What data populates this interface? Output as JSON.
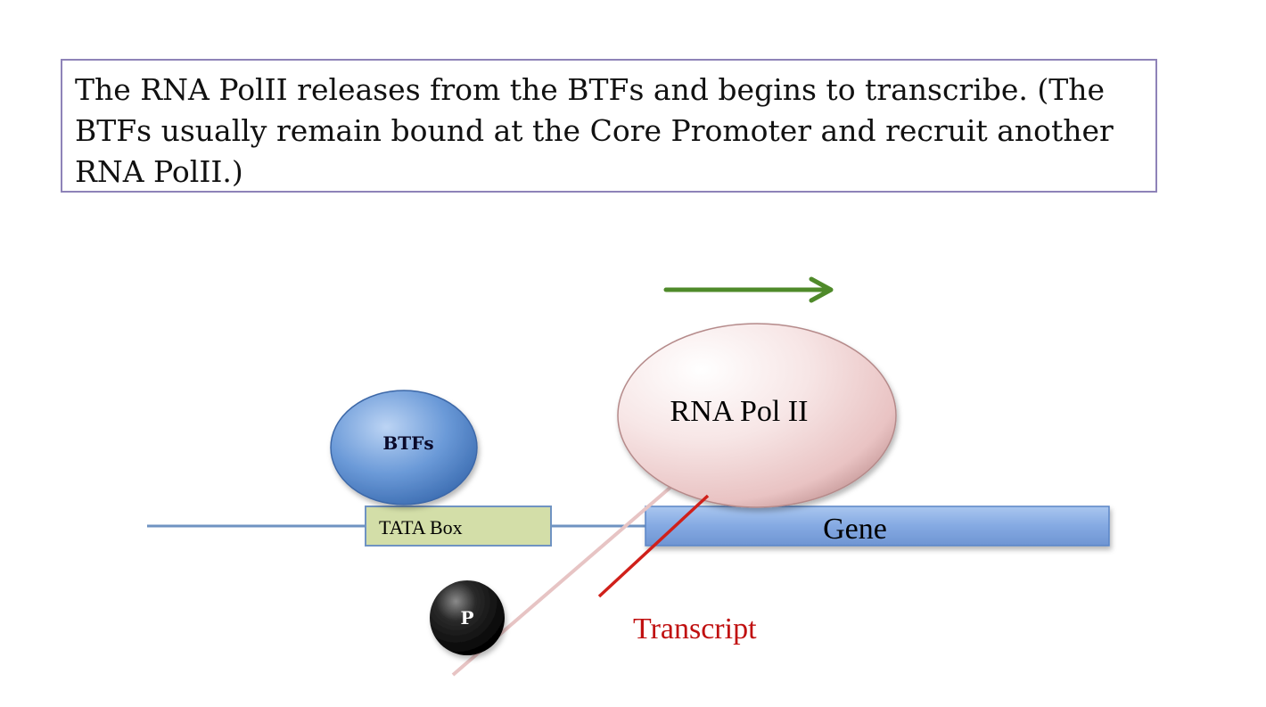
{
  "caption": {
    "lines": [
      "The RNA PolII releases from the BTFs and begins to transcribe. (The",
      "BTFs usually remain bound at the Core Promoter and recruit another",
      "RNA PolII.)"
    ]
  },
  "diagram": {
    "btfs_label": "BTFs",
    "tata_box_label": "TATA Box",
    "gene_label": "Gene",
    "rna_pol_label": "RNA Pol II",
    "phosphate_label": "P",
    "transcript_label": "Transcript",
    "direction_arrow": "arrow-right-icon"
  },
  "colors": {
    "box_border": "#8e83b8",
    "dna_line": "#6f93c2",
    "gene_fill": "#7fa6e0",
    "tata_fill": "#d3dea8",
    "arrow": "#4f8a2a",
    "transcript_line": "#d0201a",
    "transcript_text": "#c01010",
    "rna_pol_fill": "#f3d8d8",
    "btfs_fill": "#5f90d6"
  }
}
